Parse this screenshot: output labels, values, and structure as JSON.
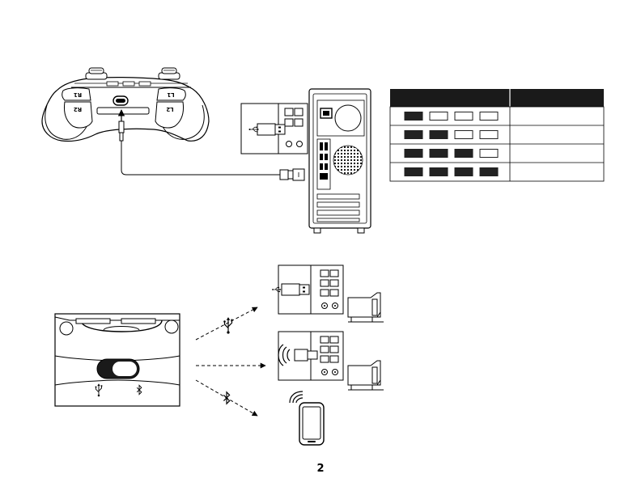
{
  "controller_top": {
    "left_top_button": "R1",
    "left_bottom_button": "R2",
    "right_top_button": "L1",
    "right_bottom_button": "L2"
  },
  "led_table": {
    "header_left": "",
    "header_right": "",
    "rows": [
      {
        "lit": [
          true,
          false,
          false,
          false
        ],
        "label": ""
      },
      {
        "lit": [
          true,
          true,
          false,
          false
        ],
        "label": ""
      },
      {
        "lit": [
          true,
          true,
          true,
          false
        ],
        "label": ""
      },
      {
        "lit": [
          true,
          true,
          true,
          true
        ],
        "label": ""
      }
    ],
    "colors": {
      "header": "#1a1a1a",
      "lit": "#222222",
      "unlit": "#ffffff",
      "border": "#222222"
    }
  },
  "mode_switch": {
    "left_icon": "usb-icon",
    "right_icon": "bluetooth-icon"
  },
  "connection_modes": [
    {
      "icon": "usb-icon",
      "target": "pc-with-usb-cable"
    },
    {
      "icon": "none",
      "target": "pc-with-wireless-dongle"
    },
    {
      "icon": "bluetooth-icon",
      "target": "mobile-phone"
    }
  ],
  "page_number": "2"
}
